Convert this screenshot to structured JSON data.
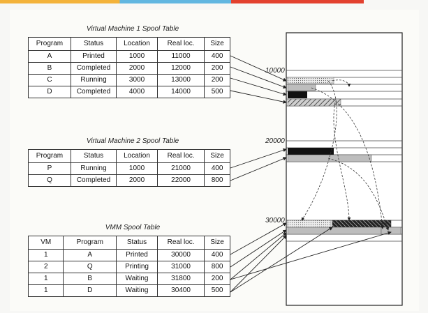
{
  "colors": {
    "bar_yellow": "#f3b23a",
    "bar_blue": "#61b6e0",
    "bar_red": "#e2402e",
    "ink": "#222222",
    "block_black": "#111111",
    "block_gray": "#bdbdbd",
    "block_dotted": "#d7d7d7"
  },
  "vm1": {
    "caption": "Virtual Machine 1 Spool Table",
    "headers": [
      "Program",
      "Status",
      "Location",
      "Real loc.",
      "Size"
    ],
    "rows": [
      [
        "A",
        "Printed",
        "1000",
        "11000",
        "400"
      ],
      [
        "B",
        "Completed",
        "2000",
        "12000",
        "200"
      ],
      [
        "C",
        "Running",
        "3000",
        "13000",
        "200"
      ],
      [
        "D",
        "Completed",
        "4000",
        "14000",
        "500"
      ]
    ]
  },
  "vm2": {
    "caption": "Virtual Machine 2 Spool Table",
    "headers": [
      "Program",
      "Status",
      "Location",
      "Real loc.",
      "Size"
    ],
    "rows": [
      [
        "P",
        "Running",
        "1000",
        "21000",
        "400"
      ],
      [
        "Q",
        "Completed",
        "2000",
        "22000",
        "800"
      ]
    ]
  },
  "vmm": {
    "caption": "VMM Spool Table",
    "headers": [
      "VM",
      "Program",
      "Status",
      "Real loc.",
      "Size"
    ],
    "rows": [
      [
        "1",
        "A",
        "Printed",
        "30000",
        "400"
      ],
      [
        "2",
        "Q",
        "Printing",
        "31000",
        "800"
      ],
      [
        "1",
        "B",
        "Waiting",
        "31800",
        "200"
      ],
      [
        "1",
        "D",
        "Waiting",
        "30400",
        "500"
      ]
    ]
  },
  "memory": {
    "labels": [
      "10000",
      "20000",
      "30000"
    ]
  }
}
